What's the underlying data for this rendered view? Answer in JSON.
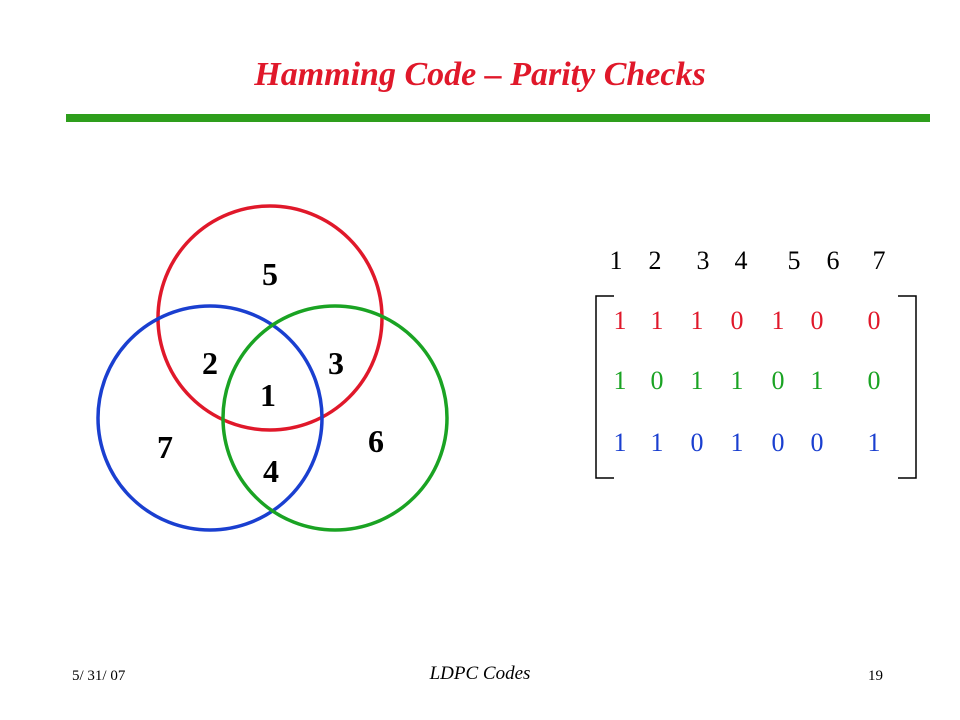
{
  "slide": {
    "title": "Hamming Code – Parity Checks",
    "title_color": "#e0182a",
    "rule_color": "#2e9e1c"
  },
  "venn": {
    "circles": [
      {
        "name": "red",
        "color": "#e0182a"
      },
      {
        "name": "blue",
        "color": "#1a3fd0"
      },
      {
        "name": "green",
        "color": "#1aa323"
      }
    ],
    "labels": [
      "5",
      "2",
      "3",
      "1",
      "7",
      "6",
      "4"
    ]
  },
  "matrix": {
    "column_headers": [
      "1",
      "2",
      "3",
      "4",
      "5",
      "6",
      "7"
    ],
    "rows": [
      {
        "color": "#e0182a",
        "values": [
          "1",
          "1",
          "1",
          "0",
          "1",
          "0",
          "0"
        ]
      },
      {
        "color": "#1aa323",
        "values": [
          "1",
          "0",
          "1",
          "1",
          "0",
          "1",
          "0"
        ]
      },
      {
        "color": "#1a3fd0",
        "values": [
          "1",
          "1",
          "0",
          "1",
          "0",
          "0",
          "1"
        ]
      }
    ]
  },
  "footer": {
    "date": "5/ 31/ 07",
    "title": "LDPC Codes",
    "page": "19"
  }
}
